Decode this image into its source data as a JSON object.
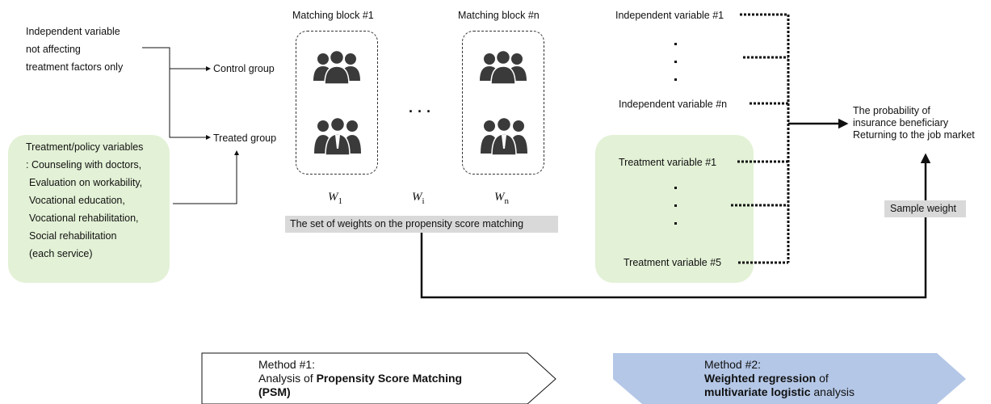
{
  "left": {
    "indep_lines": [
      "Independent variable",
      "not affecting",
      "treatment factors only"
    ],
    "treatment_lines": [
      "Treatment/policy variables",
      ": Counseling with doctors,",
      "Evaluation on workability,",
      "Vocational education,",
      "Vocational rehabilitation,",
      "Social rehabilitation",
      "(each service)"
    ]
  },
  "groups": {
    "control": "Control group",
    "treated": "Treated group"
  },
  "matching": {
    "block1": "Matching block #1",
    "blockn": "Matching block #n",
    "ellipsis": "· · ·",
    "w1": "W",
    "w1_sub": "1",
    "wi": "W",
    "wi_sub": "i",
    "wn": "W",
    "wn_sub": "n",
    "weights_caption": "The set of weights on the propensity score matching"
  },
  "right": {
    "indep1": "Independent variable #1",
    "indepn": "Independent variable #n",
    "treat1": "Treatment variable #1",
    "treat5": "Treatment variable #5",
    "outcome_lines": [
      "The probability of",
      "insurance beneficiary",
      "Returning to the job market"
    ],
    "sample_weight": "Sample weight"
  },
  "methods": {
    "m1_line1": "Method #1:",
    "m1_line2_pre": "Analysis of ",
    "m1_line2_bold": "Propensity Score Matching",
    "m1_line3_bold": "(PSM)",
    "m2_line1": "Method #2:",
    "m2_line2_bold": "Weighted regression",
    "m2_line2_post": " of",
    "m2_line3_bold": "multivariate logistic",
    "m2_line3_post": " analysis",
    "m2_fill": "#b4c7e7"
  }
}
